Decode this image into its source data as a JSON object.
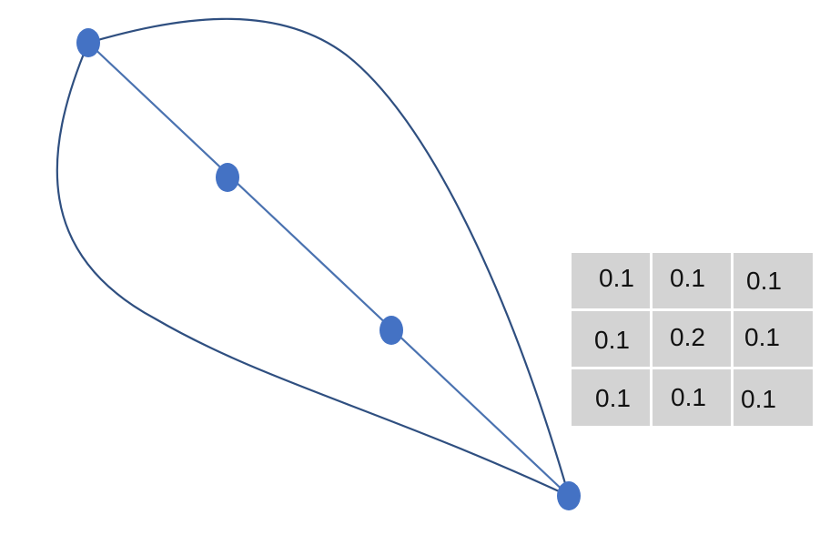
{
  "diagram": {
    "node_color": "#4472c4",
    "outline_color": "#2f4f80",
    "line_color": "#4a72b0"
  },
  "kernel": {
    "background": "#d3d3d3",
    "rows": [
      [
        "0.1",
        "0.1",
        "0.1"
      ],
      [
        "0.1",
        "0.2",
        "0.1"
      ],
      [
        "0.1",
        "0.1",
        "0.1"
      ]
    ]
  }
}
